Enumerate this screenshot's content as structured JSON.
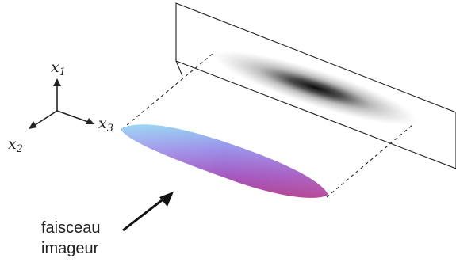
{
  "axes": {
    "x1": {
      "base": "x",
      "sub": "1"
    },
    "x2": {
      "base": "x",
      "sub": "2"
    },
    "x3": {
      "base": "x",
      "sub": "3"
    }
  },
  "caption": {
    "line1": "faisceau",
    "line2": "imageur"
  },
  "colors": {
    "ink": "#222222",
    "beam_light": "#8fc8f0",
    "beam_mid": "#9a7fe0",
    "beam_dark": "#b03a8e",
    "shadow": "#000000"
  },
  "icons": {
    "arrow": "pointer-arrow-icon"
  }
}
